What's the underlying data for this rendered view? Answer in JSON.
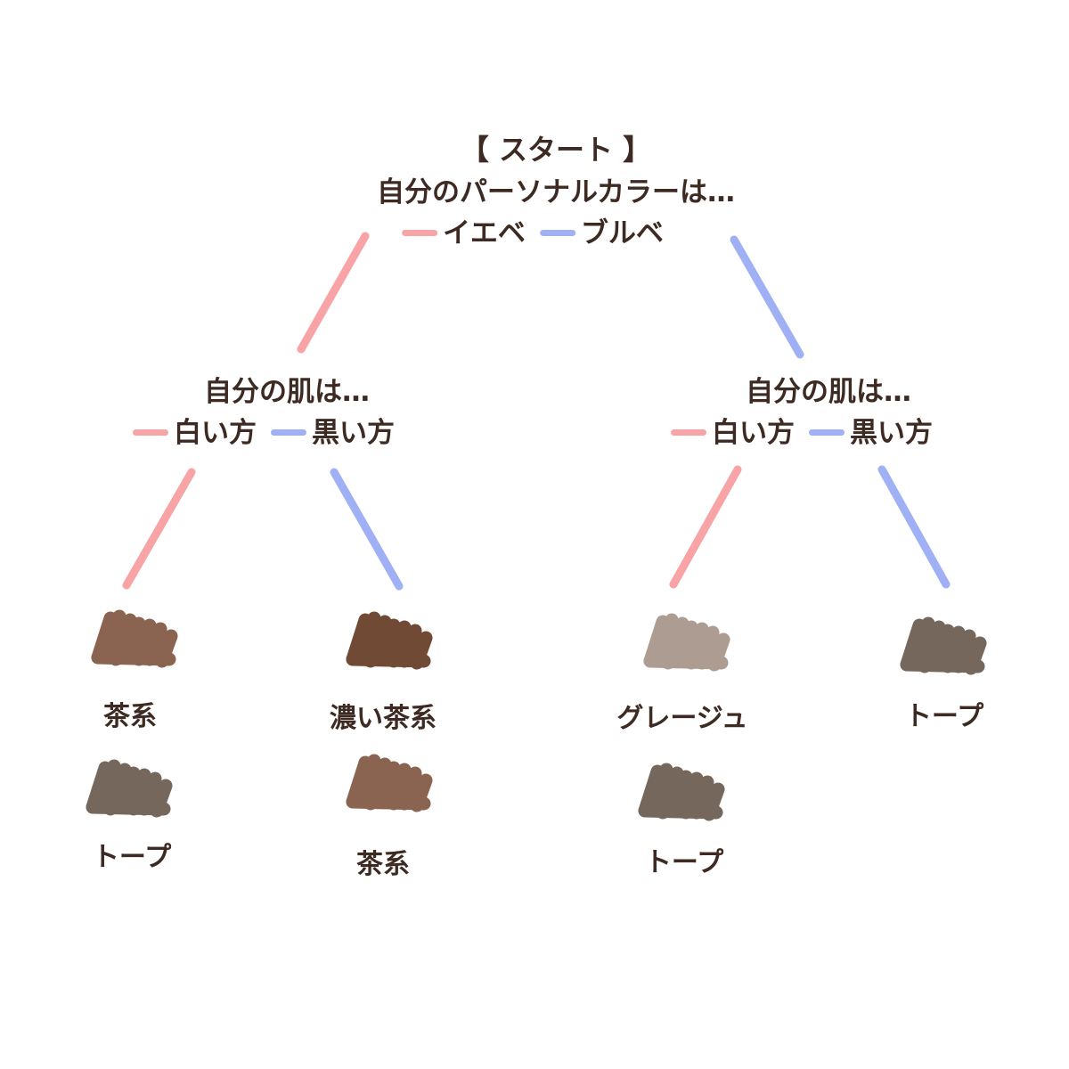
{
  "colors": {
    "text": "#3d2a22",
    "pink_line": "#f8a3a6",
    "blue_line": "#a0b0f5",
    "brown": "#8a6450",
    "dark_brown": "#704a34",
    "greige": "#ad9c91",
    "taupe": "#76675d"
  },
  "root": {
    "start_label": "【 スタート 】",
    "question": "自分のパーソナルカラーは…",
    "options": [
      {
        "label": "イエベ",
        "line_color": "pink"
      },
      {
        "label": "ブルベ",
        "line_color": "blue"
      }
    ]
  },
  "branches": [
    {
      "parent": "イエベ",
      "question": "自分の肌は…",
      "options": [
        {
          "label": "白い方",
          "line_color": "pink"
        },
        {
          "label": "黒い方",
          "line_color": "blue"
        }
      ],
      "results": [
        {
          "parent": "白い方",
          "recommendations": [
            {
              "label": "茶系",
              "swatch": "brown"
            },
            {
              "label": "トープ",
              "swatch": "taupe"
            }
          ]
        },
        {
          "parent": "黒い方",
          "recommendations": [
            {
              "label": "濃い茶系",
              "swatch": "dark_brown"
            },
            {
              "label": "茶系",
              "swatch": "brown"
            }
          ]
        }
      ]
    },
    {
      "parent": "ブルベ",
      "question": "自分の肌は…",
      "options": [
        {
          "label": "白い方",
          "line_color": "pink"
        },
        {
          "label": "黒い方",
          "line_color": "blue"
        }
      ],
      "results": [
        {
          "parent": "白い方",
          "recommendations": [
            {
              "label": "グレージュ",
              "swatch": "greige"
            },
            {
              "label": "トープ",
              "swatch": "taupe"
            }
          ]
        },
        {
          "parent": "黒い方",
          "recommendations": [
            {
              "label": "トープ",
              "swatch": "taupe"
            }
          ]
        }
      ]
    }
  ]
}
